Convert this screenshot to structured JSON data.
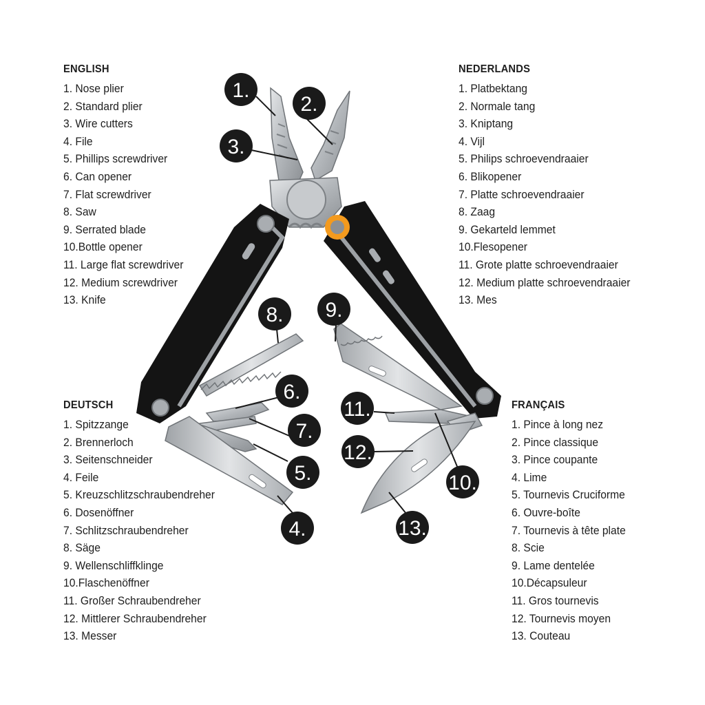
{
  "legends": {
    "en": {
      "heading": "ENGLISH",
      "items": [
        "1. Nose plier",
        "2. Standard plier",
        "3. Wire cutters",
        "4. File",
        "5. Phillips screwdriver",
        "6. Can opener",
        "7. Flat screwdriver",
        "8. Saw",
        "9. Serrated blade",
        "10.Bottle opener",
        "11. Large flat screwdriver",
        "12. Medium screwdriver",
        "13. Knife"
      ]
    },
    "nl": {
      "heading": "NEDERLANDS",
      "items": [
        "1. Platbektang",
        "2. Normale tang",
        "3. Kniptang",
        "4. Vijl",
        "5. Philips schroevendraaier",
        "6. Blikopener",
        "7. Platte schroevendraaier",
        "8. Zaag",
        "9. Gekarteld lemmet",
        "10.Flesopener",
        "11. Grote platte schroevendraaier",
        "12. Medium platte schroevendraaier",
        "13. Mes"
      ]
    },
    "de": {
      "heading": "DEUTSCH",
      "items": [
        "1. Spitzzange",
        "2. Brennerloch",
        "3. Seitenschneider",
        "4. Feile",
        "5. Kreuzschlitzschraubendreher",
        "6. Dosenöffner",
        "7. Schlitzschraubendreher",
        "8. Säge",
        "9. Wellenschliffklinge",
        "10.Flaschenöffner",
        "11. Großer Schraubendreher",
        "12. Mittlerer Schraubendreher",
        "13. Messer"
      ]
    },
    "fr": {
      "heading": "FRANÇAIS",
      "items": [
        "1. Pince à long nez",
        "2. Pince classique",
        "3. Pince coupante",
        "4. Lime",
        "5. Tournevis Cruciforme",
        "6. Ouvre-boîte",
        "7. Tournevis à tête plate",
        "8. Scie",
        "9. Lame dentelée",
        "10.Décapsuleur",
        "11. Gros tournevis",
        "12. Tournevis moyen",
        "13. Couteau"
      ]
    }
  },
  "callouts": [
    "1.",
    "2.",
    "3.",
    "4.",
    "5.",
    "6.",
    "7.",
    "8.",
    "9.",
    "10.",
    "11.",
    "12.",
    "13."
  ],
  "colors": {
    "handle": "#141414",
    "steel": "#b8bcc0",
    "accent": "#f39a1e",
    "badge": "#1a1a1a"
  }
}
